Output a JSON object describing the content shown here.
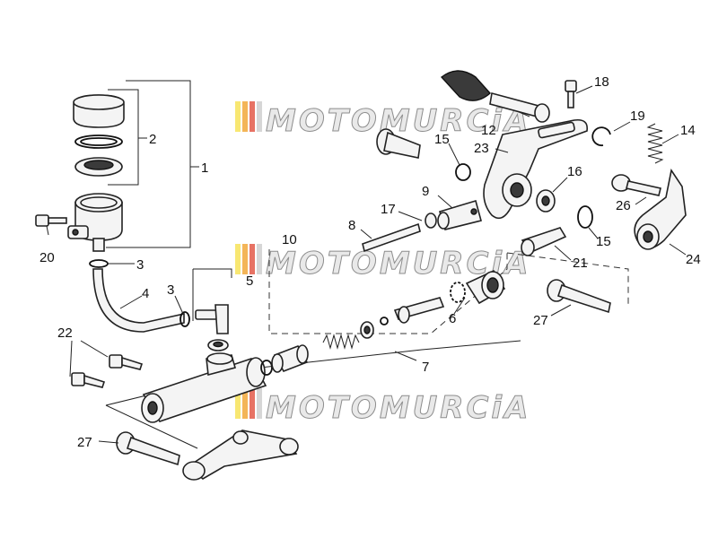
{
  "watermark": {
    "text": "MOTOMURCiA",
    "colors": [
      "#f7e35a",
      "#f2a93b",
      "#e35a4a",
      "#cfcfcf"
    ]
  },
  "callouts": {
    "c1": "1",
    "c2": "2",
    "c3a": "3",
    "c3b": "3",
    "c4": "4",
    "c5": "5",
    "c6": "6",
    "c7": "7",
    "c8": "8",
    "c9": "9",
    "c10": "10",
    "c12": "12",
    "c14": "14",
    "c15a": "15",
    "c15b": "15",
    "c16": "16",
    "c17": "17",
    "c18": "18",
    "c19": "19",
    "c20": "20",
    "c21": "21",
    "c22": "22",
    "c23": "23",
    "c24": "24",
    "c26": "26",
    "c27a": "27",
    "c27b": "27"
  }
}
